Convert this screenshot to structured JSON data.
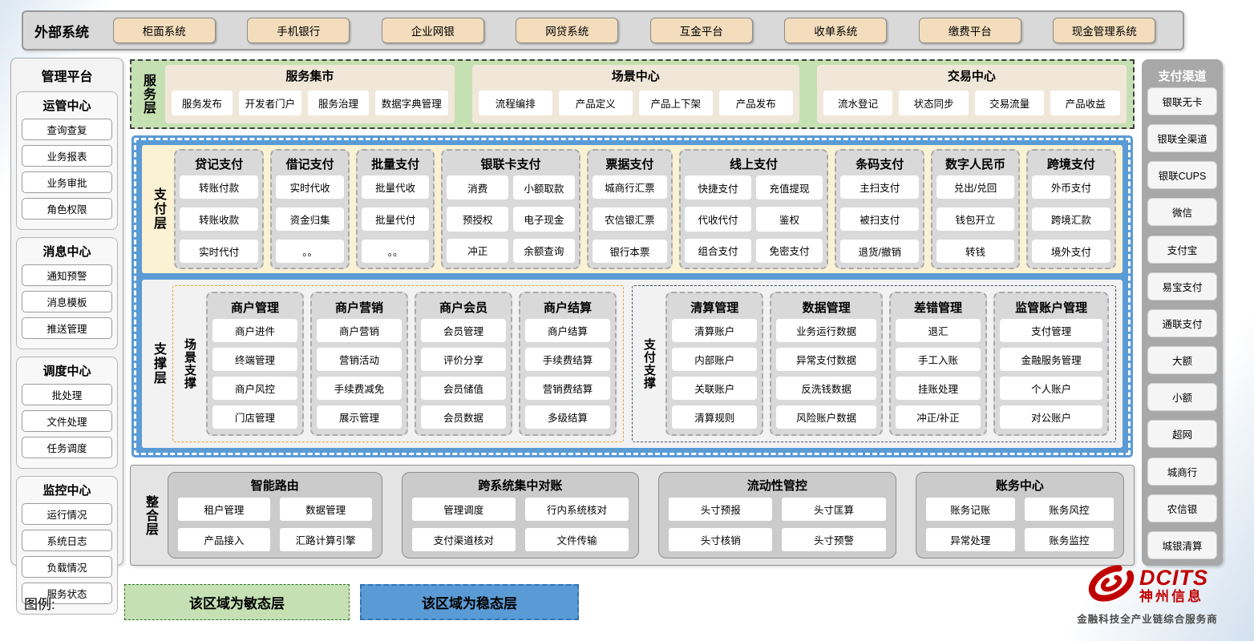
{
  "external": {
    "label": "外部系统",
    "systems": [
      "柜面系统",
      "手机银行",
      "企业网银",
      "网贷系统",
      "互金平台",
      "收单系统",
      "缴费平台",
      "现金管理系统"
    ]
  },
  "management": {
    "title": "管理平台",
    "sections": [
      {
        "title": "运管中心",
        "items": [
          "查询查复",
          "业务报表",
          "业务审批",
          "角色权限"
        ]
      },
      {
        "title": "消息中心",
        "items": [
          "通知预警",
          "消息模板",
          "推送管理"
        ]
      },
      {
        "title": "调度中心",
        "items": [
          "批处理",
          "文件处理",
          "任务调度"
        ]
      },
      {
        "title": "监控中心",
        "items": [
          "运行情况",
          "系统日志",
          "负载情况",
          "服务状态"
        ]
      }
    ]
  },
  "service_layer": {
    "label": "服务层",
    "groups": [
      {
        "title": "服务集市",
        "items": [
          "服务发布",
          "开发者门户",
          "服务治理",
          "数据字典管理"
        ]
      },
      {
        "title": "场景中心",
        "items": [
          "流程编排",
          "产品定义",
          "产品上下架",
          "产品发布"
        ]
      },
      {
        "title": "交易中心",
        "items": [
          "流水登记",
          "状态同步",
          "交易流量",
          "产品收益"
        ]
      }
    ]
  },
  "payment_layer": {
    "label": "支付层",
    "groups": [
      {
        "title": "贷记支付",
        "items": [
          "转账付款",
          "转账收款",
          "实时代付"
        ]
      },
      {
        "title": "借记支付",
        "items": [
          "实时代收",
          "资金归集",
          "。。"
        ]
      },
      {
        "title": "批量支付",
        "items": [
          "批量代收",
          "批量代付",
          "。。"
        ]
      },
      {
        "title": "银联卡支付",
        "items": [
          "消费",
          "小额取款",
          "预授权",
          "电子现金",
          "冲正",
          "余额查询"
        ]
      },
      {
        "title": "票据支付",
        "items": [
          "城商行汇票",
          "农信银汇票",
          "银行本票"
        ]
      },
      {
        "title": "线上支付",
        "items": [
          "快捷支付",
          "充值提现",
          "代收代付",
          "鉴权",
          "组合支付",
          "免密支付"
        ]
      },
      {
        "title": "条码支付",
        "items": [
          "主扫支付",
          "被扫支付",
          "退货/撤销"
        ]
      },
      {
        "title": "数字人民币",
        "items": [
          "兑出/兑回",
          "钱包开立",
          "转钱"
        ]
      },
      {
        "title": "跨境支付",
        "items": [
          "外币支付",
          "跨境汇款",
          "境外支付"
        ]
      }
    ]
  },
  "support_layer": {
    "label": "支撑层",
    "sections": [
      {
        "label": "场景支撑",
        "groups": [
          {
            "title": "商户管理",
            "items": [
              "商户进件",
              "终端管理",
              "商户风控",
              "门店管理"
            ]
          },
          {
            "title": "商户营销",
            "items": [
              "商户营销",
              "营销活动",
              "手续费减免",
              "展示管理"
            ]
          },
          {
            "title": "商户会员",
            "items": [
              "会员管理",
              "评价分享",
              "会员储值",
              "会员数据"
            ]
          },
          {
            "title": "商户结算",
            "items": [
              "商户结算",
              "手续费结算",
              "营销费结算",
              "多级结算"
            ]
          }
        ]
      },
      {
        "label": "支付支撑",
        "groups": [
          {
            "title": "清算管理",
            "items": [
              "清算账户",
              "内部账户",
              "关联账户",
              "清算规则"
            ]
          },
          {
            "title": "数据管理",
            "items": [
              "业务运行数据",
              "异常支付数据",
              "反洗钱数据",
              "风险账户数据"
            ]
          },
          {
            "title": "差错管理",
            "items": [
              "退汇",
              "手工入账",
              "挂账处理",
              "冲正/补正"
            ]
          },
          {
            "title": "监管账户管理",
            "items": [
              "支付管理",
              "金融服务管理",
              "个人账户",
              "对公账户"
            ]
          }
        ]
      }
    ]
  },
  "integration_layer": {
    "label": "整合层",
    "groups": [
      {
        "title": "智能路由",
        "items": [
          "租户管理",
          "数据管理",
          "产品接入",
          "汇路计算引擎"
        ]
      },
      {
        "title": "跨系统集中对账",
        "items": [
          "管理调度",
          "行内系统核对",
          "支付渠道核对",
          "文件传输"
        ]
      },
      {
        "title": "流动性管控",
        "items": [
          "头寸预报",
          "头寸匡算",
          "头寸核销",
          "头寸预警"
        ]
      },
      {
        "title": "账务中心",
        "items": [
          "账务记账",
          "账务风控",
          "异常处理",
          "账务监控"
        ]
      }
    ]
  },
  "channels": {
    "title": "支付渠道",
    "items": [
      "银联无卡",
      "银联全渠道",
      "银联CUPS",
      "微信",
      "支付宝",
      "易宝支付",
      "通联支付",
      "大额",
      "小额",
      "超网",
      "城商行",
      "农信银",
      "城银清算"
    ]
  },
  "legend": {
    "label": "图例:",
    "agile": "该区域为敏态层",
    "stable": "该区域为稳态层"
  },
  "logo": {
    "brand": "DCITS",
    "name": "神州信息",
    "tagline": "金融科技全产业链综合服务商"
  },
  "colors": {
    "stable_blue": "#5b9bd5",
    "agile_green": "#c5e0b3",
    "payment_cream": "#fbf2d3",
    "external_tan": "#f4ddbc",
    "group_gray": "#d9d9d9",
    "scene_orange": "#e8a33d",
    "paysup_navy": "#44546a",
    "brand_red": "#c00000"
  }
}
